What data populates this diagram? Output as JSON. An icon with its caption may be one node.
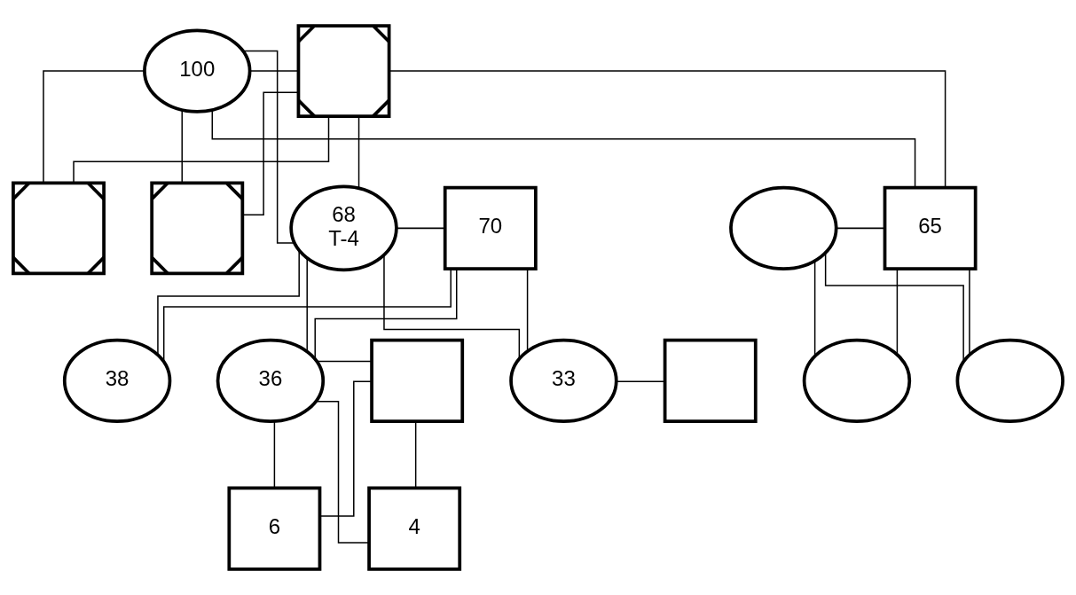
{
  "diagram": {
    "nodes": [
      {
        "text": [
          "100"
        ]
      },
      {
        "text": [],
        "shape": "box"
      },
      {
        "text": [],
        "shape": "box"
      },
      {
        "text": [],
        "shape": "box"
      },
      {
        "text": [
          "68",
          "T-4"
        ]
      },
      {
        "text": [
          "70"
        ]
      },
      {
        "text": [],
        "shape": "circle"
      },
      {
        "text": [
          "65"
        ]
      },
      {
        "text": [
          "38"
        ]
      },
      {
        "text": [
          "36"
        ]
      },
      {
        "text": [],
        "shape": "box"
      },
      {
        "text": [
          "33"
        ]
      },
      {
        "text": [],
        "shape": "box"
      },
      {
        "text": [],
        "shape": "circle"
      },
      {
        "text": [],
        "shape": "circle"
      },
      {
        "text": [
          "6"
        ]
      },
      {
        "text": [
          "4"
        ]
      }
    ],
    "edges": [
      {
        "from": 0,
        "to": 1,
        "arrow": "none"
      },
      {
        "from": 0,
        "to": 2,
        "arrow": "none"
      },
      {
        "from": 1,
        "to": 2,
        "arrow": "none"
      },
      {
        "from": 0,
        "to": 3,
        "arrow": "none"
      },
      {
        "from": 1,
        "to": 3,
        "arrow": "none"
      },
      {
        "from": 0,
        "to": 4,
        "arrow": "none"
      },
      {
        "from": 1,
        "to": 4,
        "arrow": "none"
      },
      {
        "from": 0,
        "to": 7,
        "arrow": "none"
      },
      {
        "from": 1,
        "to": 7,
        "arrow": "none"
      },
      {
        "from": 4,
        "to": 5,
        "arrow": "none"
      },
      {
        "from": 6,
        "to": 7,
        "arrow": "none"
      },
      {
        "from": 4,
        "to": 8,
        "arrow": "none"
      },
      {
        "from": 5,
        "to": 8,
        "arrow": "none"
      },
      {
        "from": 4,
        "to": 9,
        "arrow": "none"
      },
      {
        "from": 5,
        "to": 9,
        "arrow": "none"
      },
      {
        "from": 4,
        "to": 11,
        "arrow": "none"
      },
      {
        "from": 5,
        "to": 11,
        "arrow": "none"
      },
      {
        "from": 6,
        "to": 13,
        "arrow": "none"
      },
      {
        "from": 7,
        "to": 13,
        "arrow": "none"
      },
      {
        "from": 6,
        "to": 14,
        "arrow": "none"
      },
      {
        "from": 7,
        "to": 14,
        "arrow": "none"
      },
      {
        "from": 9,
        "to": 10,
        "arrow": "none"
      },
      {
        "from": 11,
        "to": 12,
        "arrow": "none"
      },
      {
        "from": 9,
        "to": 15,
        "arrow": "none"
      },
      {
        "from": 10,
        "to": 15,
        "arrow": "none"
      },
      {
        "from": 9,
        "to": 16,
        "arrow": "none"
      },
      {
        "from": 10,
        "to": 16,
        "arrow": "none"
      }
    ]
  }
}
